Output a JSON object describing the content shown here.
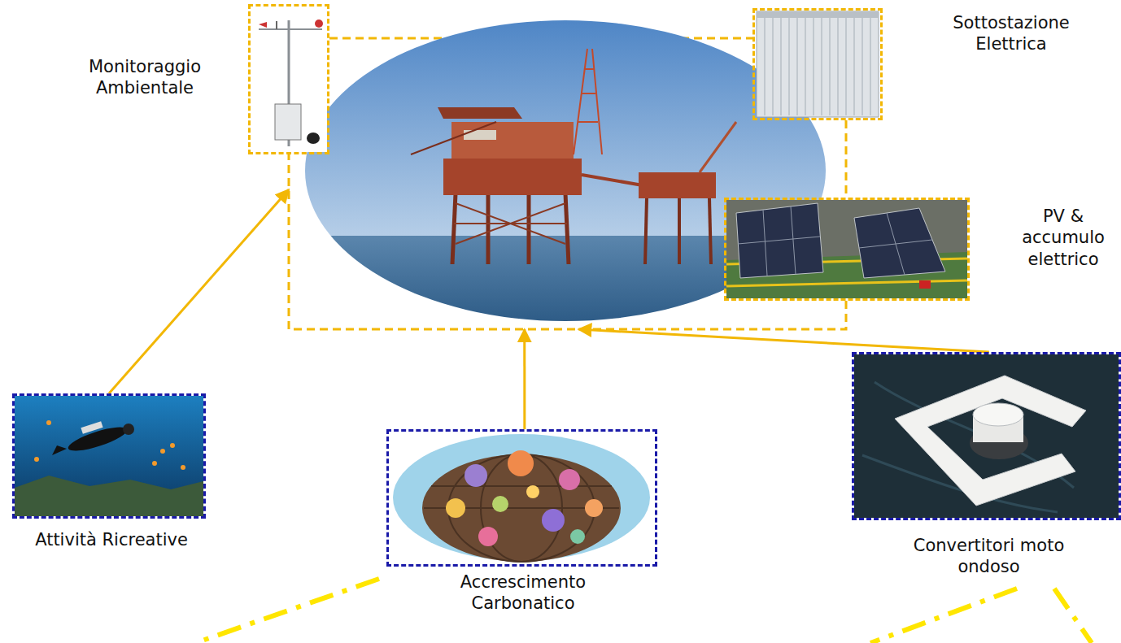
{
  "diagram": {
    "nodes": [
      {
        "text": []
      },
      {
        "text": [
          "Monitoraggio Ambientale"
        ],
        "in": 0
      },
      {
        "text": [
          "Sottostazione Elettrica"
        ],
        "in": 0
      },
      {
        "text": [
          "PV & accumulo elettrico"
        ],
        "in": 0
      },
      {
        "text": [
          "Attività Ricreative"
        ]
      },
      {
        "text": [
          "Accrescimento Carbonatico"
        ]
      },
      {
        "text": [
          "Convertitori moto ondoso"
        ]
      }
    ],
    "edges": [
      {
        "from": 4,
        "to": 0,
        "arrow": "to"
      },
      {
        "from": 5,
        "to": 0,
        "arrow": "to"
      },
      {
        "from": 6,
        "to": 0,
        "arrow": "to"
      }
    ]
  }
}
